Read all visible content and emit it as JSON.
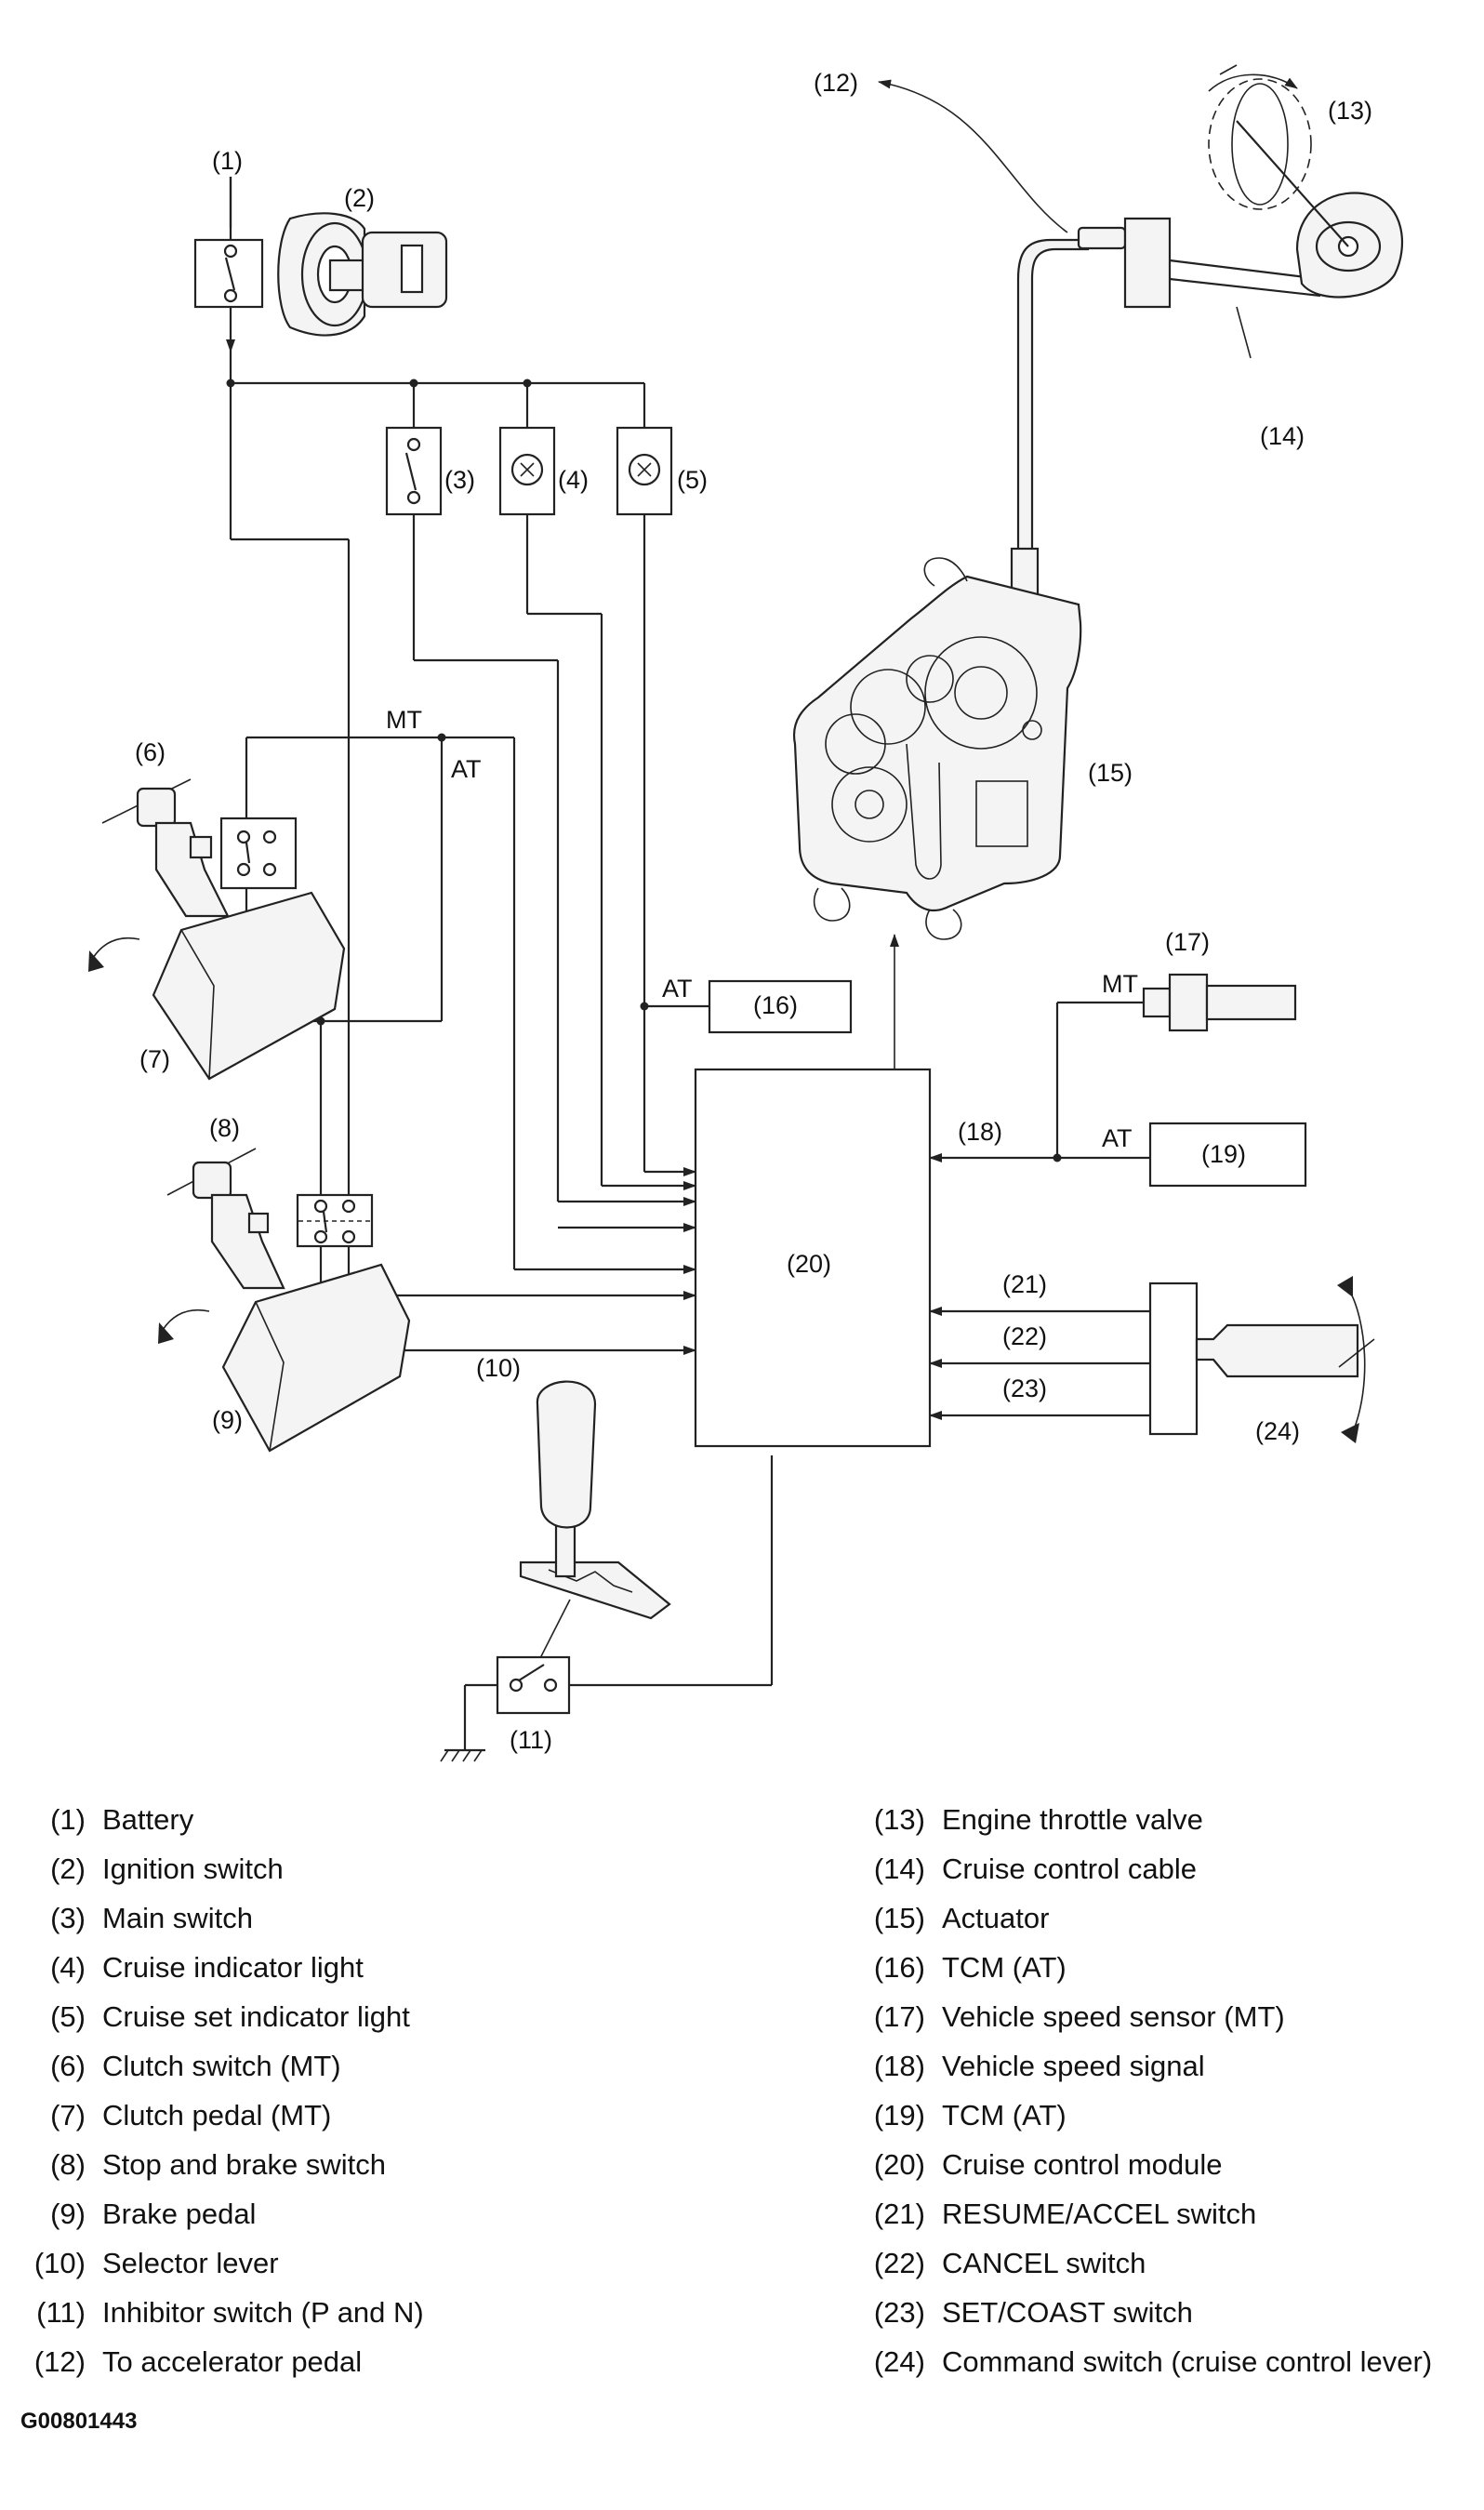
{
  "diagram": {
    "callouts": {
      "c1": "(1)",
      "c2": "(2)",
      "c3": "(3)",
      "c4": "(4)",
      "c5": "(5)",
      "c6": "(6)",
      "c7": "(7)",
      "c8": "(8)",
      "c9": "(9)",
      "c10": "(10)",
      "c11": "(11)",
      "c12": "(12)",
      "c13": "(13)",
      "c14": "(14)",
      "c15": "(15)",
      "c16": "(16)",
      "c17": "(17)",
      "c18": "(18)",
      "c19": "(19)",
      "c20": "(20)",
      "c21": "(21)",
      "c22": "(22)",
      "c23": "(23)",
      "c24": "(24)"
    },
    "wire_labels": {
      "mt_top": "MT",
      "at_top": "AT",
      "at_tcm16": "AT",
      "mt_sensor": "MT",
      "at_tcm19": "AT"
    }
  },
  "legend": {
    "left": [
      {
        "num": "(1)",
        "text": "Battery"
      },
      {
        "num": "(2)",
        "text": "Ignition switch"
      },
      {
        "num": "(3)",
        "text": "Main switch"
      },
      {
        "num": "(4)",
        "text": "Cruise indicator light"
      },
      {
        "num": "(5)",
        "text": "Cruise set indicator light"
      },
      {
        "num": "(6)",
        "text": "Clutch switch (MT)"
      },
      {
        "num": "(7)",
        "text": "Clutch pedal (MT)"
      },
      {
        "num": "(8)",
        "text": "Stop and brake switch"
      },
      {
        "num": "(9)",
        "text": "Brake pedal"
      },
      {
        "num": "(10)",
        "text": "Selector lever"
      },
      {
        "num": "(11)",
        "text": "Inhibitor switch (P and N)"
      },
      {
        "num": "(12)",
        "text": "To accelerator pedal"
      }
    ],
    "right": [
      {
        "num": "(13)",
        "text": "Engine throttle valve"
      },
      {
        "num": "(14)",
        "text": "Cruise control cable"
      },
      {
        "num": "(15)",
        "text": "Actuator"
      },
      {
        "num": "(16)",
        "text": "TCM (AT)"
      },
      {
        "num": "(17)",
        "text": "Vehicle speed sensor (MT)"
      },
      {
        "num": "(18)",
        "text": "Vehicle speed signal"
      },
      {
        "num": "(19)",
        "text": "TCM (AT)"
      },
      {
        "num": "(20)",
        "text": "Cruise control module"
      },
      {
        "num": "(21)",
        "text": "RESUME/ACCEL switch"
      },
      {
        "num": "(22)",
        "text": "CANCEL switch"
      },
      {
        "num": "(23)",
        "text": "SET/COAST switch"
      },
      {
        "num": "(24)",
        "text": "Command switch (cruise control lever)"
      }
    ]
  },
  "figure_id": "G00801443"
}
